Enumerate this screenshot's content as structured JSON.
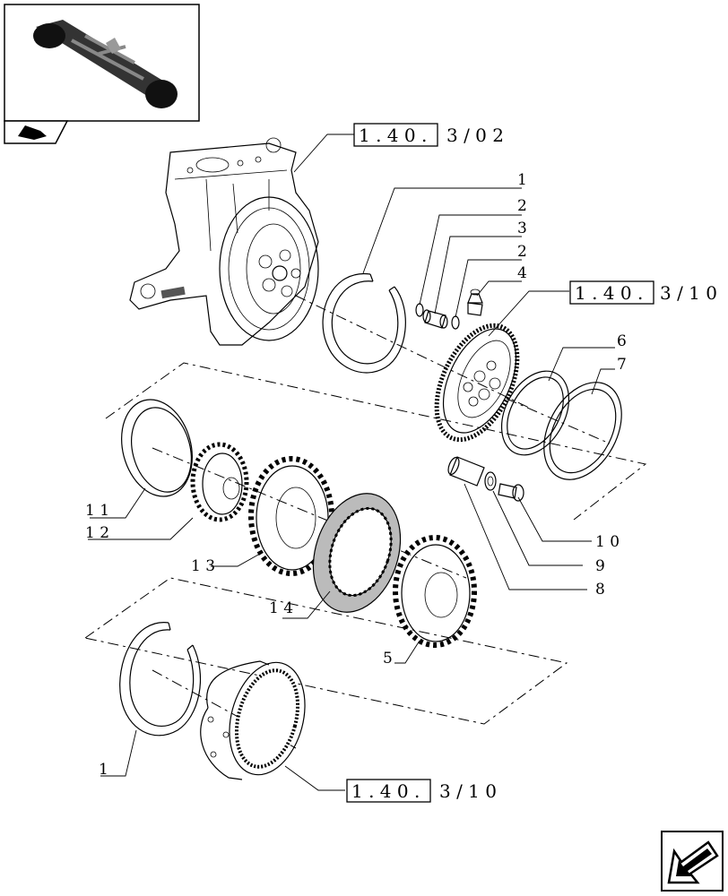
{
  "diagram": {
    "callouts": [
      {
        "id": "c1a",
        "label": "1"
      },
      {
        "id": "c2a",
        "label": "2"
      },
      {
        "id": "c3",
        "label": "3"
      },
      {
        "id": "c2b",
        "label": "2"
      },
      {
        "id": "c4",
        "label": "4"
      },
      {
        "id": "c6",
        "label": "6"
      },
      {
        "id": "c7",
        "label": "7"
      },
      {
        "id": "c11",
        "label": "1 1"
      },
      {
        "id": "c12",
        "label": "1 2"
      },
      {
        "id": "c13",
        "label": "1 3"
      },
      {
        "id": "c14",
        "label": "1 4"
      },
      {
        "id": "c10",
        "label": "1 0"
      },
      {
        "id": "c9",
        "label": "9"
      },
      {
        "id": "c8",
        "label": "8"
      },
      {
        "id": "c5",
        "label": "5"
      },
      {
        "id": "c1b",
        "label": "1"
      }
    ],
    "references": [
      {
        "id": "r1",
        "boxed": "1 . 4 0 .",
        "tail": "3 / 0 2"
      },
      {
        "id": "r2",
        "boxed": "1 . 4 0 .",
        "tail": "3 / 1 0"
      },
      {
        "id": "r3",
        "boxed": "1 . 4 0 .",
        "tail": "3 / 1 0"
      }
    ]
  }
}
